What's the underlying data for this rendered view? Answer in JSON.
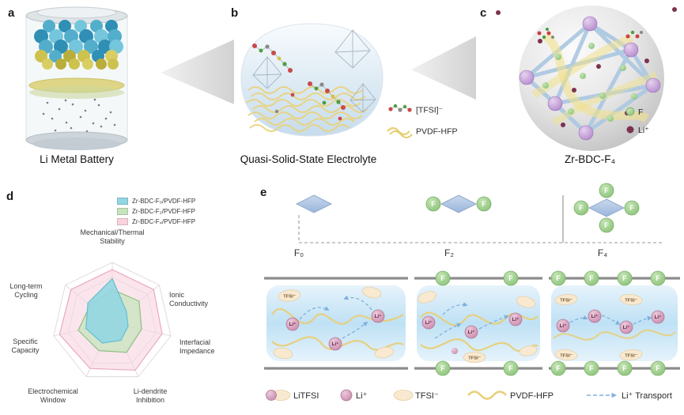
{
  "panels": {
    "a": {
      "label": "a",
      "caption": "Li Metal Battery"
    },
    "b": {
      "label": "b",
      "caption": "Quasi-Solid-State Electrolyte",
      "legend": [
        {
          "icon": "tfsi-molecule-icon",
          "label": "[TFSI]⁻"
        },
        {
          "icon": "polymer-squiggle-icon",
          "label": "PVDF-HFP"
        }
      ]
    },
    "c": {
      "label": "c",
      "caption": "Zr-BDC-F₄",
      "legend": [
        {
          "icon": "fluorine-dot-icon",
          "label": "F",
          "color": "#6fae5c"
        },
        {
          "icon": "lithium-dot-icon",
          "label": "Li⁺",
          "color": "#7c3150"
        }
      ]
    },
    "d": {
      "label": "d"
    },
    "e": {
      "label": "e",
      "variants": [
        "F₀",
        "F₂",
        "F₄"
      ],
      "ion_li": "Li⁺",
      "anion": "TFSI⁻",
      "fluorine": "F",
      "legend": [
        {
          "icon": "litfsi-icon",
          "label": "LiTFSI"
        },
        {
          "icon": "li-ion-icon",
          "label": "Li⁺"
        },
        {
          "icon": "tfsi-ellipse-icon",
          "label": "TFSI⁻"
        },
        {
          "icon": "pvdf-squiggle-icon",
          "label": "PVDF-HFP"
        },
        {
          "icon": "transport-arrow-icon",
          "label": "Li⁺ Transport"
        }
      ]
    }
  },
  "chart_data": {
    "type": "radar",
    "title": "",
    "categories": [
      "Mechanical/Thermal Stability",
      "Ionic Conductivity",
      "Interfacial Impedance",
      "Li-dendrite Inhibition",
      "Electrochemical Window",
      "Specific Capacity",
      "Long-term Cycling"
    ],
    "scale_min": 0,
    "scale_max": 1,
    "rings": 4,
    "grid": true,
    "legend_position": "top-right",
    "series": [
      {
        "name": "Zr-BDC-F₀/PVDF-HFP",
        "color": "#62bfd2",
        "fill": "#93d6e2",
        "fill_opacity": 0.9,
        "values": [
          0.73,
          0.3,
          0.27,
          0.33,
          0.38,
          0.45,
          0.52
        ]
      },
      {
        "name": "Zr-BDC-F₂/PVDF-HFP",
        "color": "#8cc283",
        "fill": "#c6e4bd",
        "fill_opacity": 0.72,
        "values": [
          0.55,
          0.57,
          0.5,
          0.55,
          0.52,
          0.58,
          0.47
        ]
      },
      {
        "name": "Zr-BDC-F₄/PVDF-HFP",
        "color": "#eaa9bf",
        "fill": "#f9d4df",
        "fill_opacity": 0.6,
        "values": [
          0.88,
          0.88,
          0.85,
          0.88,
          0.85,
          0.9,
          0.88
        ]
      }
    ]
  }
}
